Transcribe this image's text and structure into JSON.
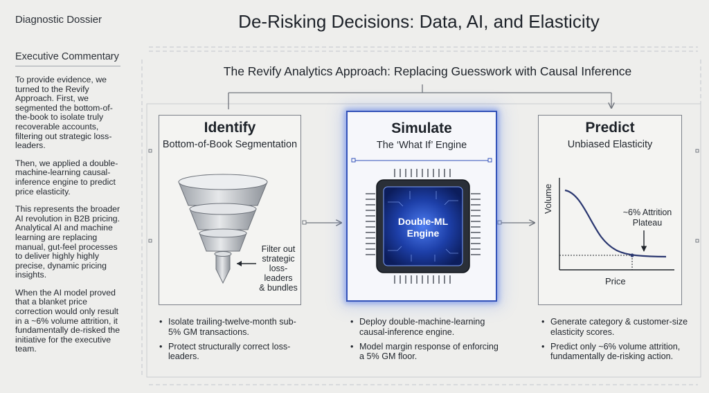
{
  "sidebar": {
    "dossier_label": "Diagnostic Dossier",
    "heading": "Executive Commentary",
    "paragraphs": [
      "To provide evidence, we turned to the Revify Approach. First, we segmented the bottom-of-the-book to isolate truly recoverable accounts, filtering out strategic loss-leaders.",
      "Then, we applied a double-machine-learning causal-inference engine to predict price elasticity.",
      "This represents the broader AI revolution in B2B pricing. Analytical AI and machine learning are replacing manual, gut-feel processes to deliver highly highly precise, dynamic pricing insights.",
      "When the AI model proved that a blanket price correction would only result in a ~6% volume attrition, it fundamentally de-risked the initiative for the executive team."
    ]
  },
  "title": "De-Risking Decisions: Data, AI, and Elasticity",
  "subtitle": "The Revify Analytics Approach: Replacing Guesswork with Causal Inference",
  "panels": {
    "identify": {
      "title": "Identify",
      "subtitle": "Bottom-of-Book Segmentation",
      "callout": [
        "Filter out",
        "strategic",
        "loss-leaders",
        "& bundles"
      ],
      "bullets": [
        "Isolate trailing-twelve-month sub-5% GM transactions.",
        "Protect structurally correct loss-leaders."
      ]
    },
    "simulate": {
      "title": "Simulate",
      "subtitle": "The ‘What If’ Engine",
      "chip_label": [
        "Double-ML",
        "Engine"
      ],
      "bullets": [
        "Deploy double-machine-learning causal-inference engine.",
        "Model margin response of enforcing a 5% GM floor."
      ]
    },
    "predict": {
      "title": "Predict",
      "subtitle": "Unbiased Elasticity",
      "bullets": [
        "Generate category & customer-size elasticity scores.",
        "Predict only ~6% volume attrition, fundamentally de-risking action."
      ]
    }
  },
  "chart_data": {
    "type": "line",
    "xlabel": "Price",
    "ylabel": "Volume",
    "annotations": [
      "~6% Attrition",
      "Plateau"
    ]
  },
  "colors": {
    "accent": "#3352b8",
    "text": "#1f242b",
    "border": "#7b8088"
  }
}
